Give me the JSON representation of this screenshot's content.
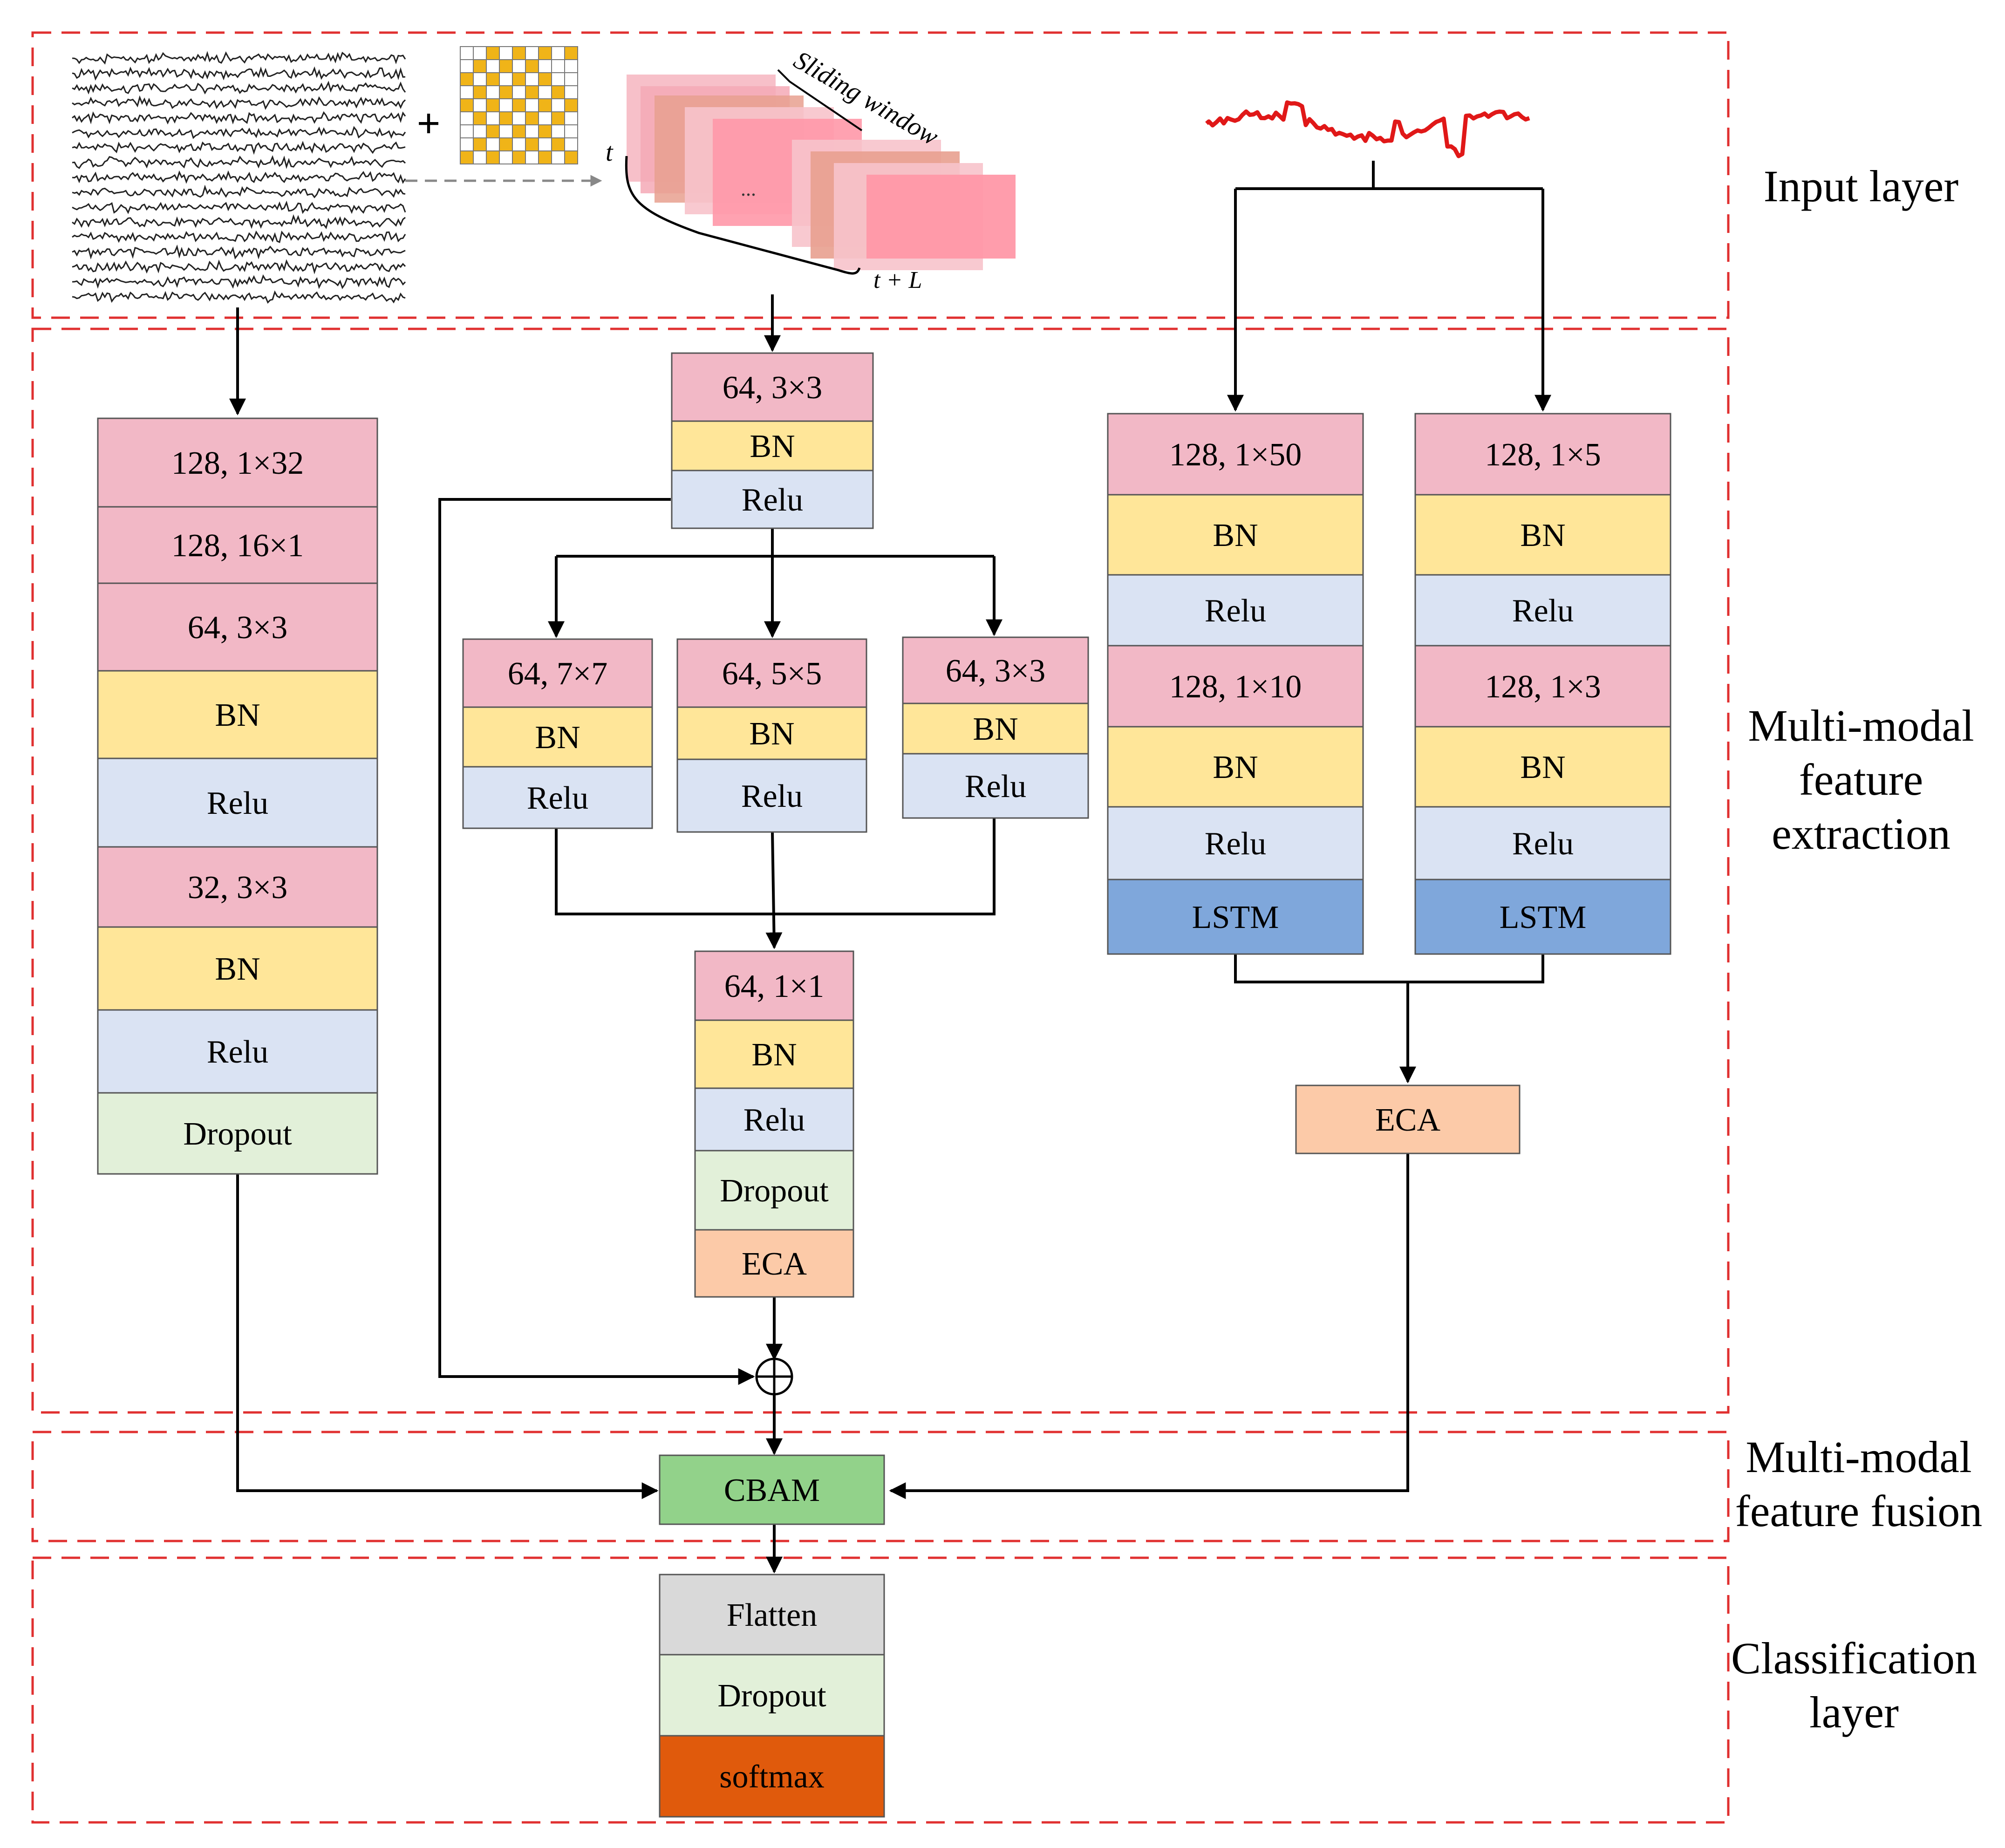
{
  "sections": {
    "input": "Input layer",
    "extraction": [
      "Multi-modal",
      "feature",
      "extraction"
    ],
    "fusion": [
      "Multi-modal",
      "feature fusion"
    ],
    "classification": [
      "Classification",
      "layer"
    ]
  },
  "input_graphics": {
    "plus": "+",
    "sliding_window_label": "Sliding window",
    "t_label": "t",
    "t_plus_L_label": "t + L",
    "ellipsis": "..."
  },
  "branch_eeg": [
    "128, 1×32",
    "128, 16×1",
    "64, 3×3",
    "BN",
    "Relu",
    "32, 3×3",
    "BN",
    "Relu",
    "Dropout"
  ],
  "branch_image": {
    "top": [
      "64, 3×3",
      "BN",
      "Relu"
    ],
    "left": [
      "64, 7×7",
      "BN",
      "Relu"
    ],
    "mid": [
      "64, 5×5",
      "BN",
      "Relu"
    ],
    "right": [
      "64, 3×3",
      "BN",
      "Relu"
    ],
    "bottom": [
      "64, 1×1",
      "BN",
      "Relu",
      "Dropout",
      "ECA"
    ]
  },
  "branch_signal": {
    "left": [
      "128, 1×50",
      "BN",
      "Relu",
      "128, 1×10",
      "BN",
      "Relu",
      "LSTM"
    ],
    "right": [
      "128, 1×5",
      "BN",
      "Relu",
      "128, 1×3",
      "BN",
      "Relu",
      "LSTM"
    ],
    "eca": "ECA"
  },
  "fusion": {
    "cbam": "CBAM",
    "add_symbol": "⊕"
  },
  "classifier": [
    "Flatten",
    "Dropout",
    "softmax"
  ],
  "colors": {
    "conv": "#F2B8C6",
    "bn": "#FFE699",
    "relu": "#DAE3F3",
    "dropout": "#E2F0D9",
    "lstm": "#7FA7DB",
    "eca": "#FCCAA8",
    "cbam": "#92D28A",
    "flatten": "#D9D9D9",
    "softmax": "#E05A0C",
    "dash": "#E03030",
    "eeg_trace": "#222222",
    "signal_trace": "#E01818",
    "grid_fill": "#F0B418",
    "frame": "#FF8FA3"
  }
}
